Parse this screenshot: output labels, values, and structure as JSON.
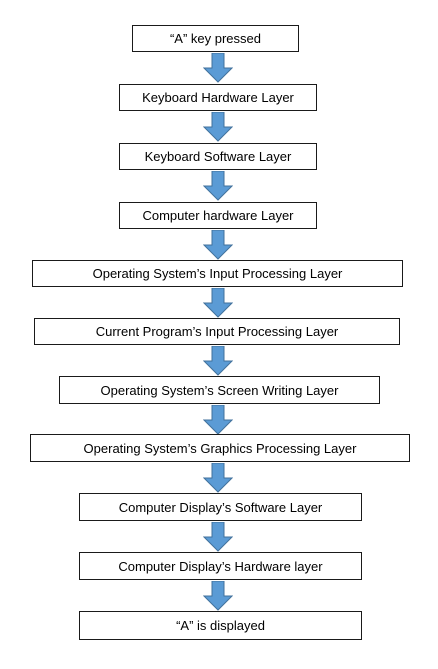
{
  "diagram": {
    "steps": [
      "“A” key pressed",
      "Keyboard Hardware Layer",
      "Keyboard Software Layer",
      "Computer hardware Layer",
      "Operating System’s Input Processing Layer",
      "Current Program’s Input Processing Layer",
      "Operating System’s Screen Writing Layer",
      "Operating System’s Graphics Processing Layer",
      "Computer Display’s Software Layer",
      "Computer Display’s Hardware layer",
      "“A” is displayed"
    ],
    "colors": {
      "arrow_fill": "#5b9bd5",
      "arrow_stroke": "#41719c",
      "box_border": "#1a1a1a",
      "background": "#ffffff"
    },
    "connector_icon": "down-arrow-icon"
  }
}
